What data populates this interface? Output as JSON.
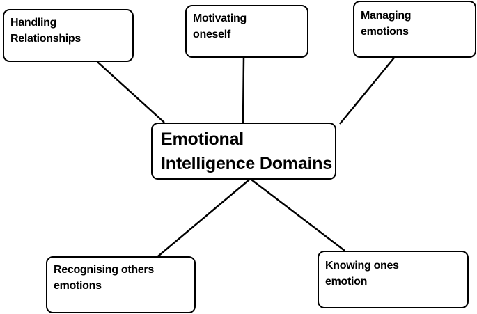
{
  "diagram": {
    "center": {
      "lines": [
        "Emotional",
        "Intelligence Domains"
      ]
    },
    "nodes": {
      "relationships": {
        "lines": [
          "Handling",
          "Relationships"
        ]
      },
      "motivating": {
        "lines": [
          "Motivating",
          "oneself"
        ]
      },
      "managing": {
        "lines": [
          "Managing",
          "emotions"
        ]
      },
      "recognising": {
        "lines": [
          "Recognising others",
          "emotions"
        ]
      },
      "knowing": {
        "lines": [
          "Knowing ones",
          "emotion"
        ]
      }
    },
    "line_color": "#000000",
    "box_border_color": "#000000",
    "background_color": "#ffffff"
  }
}
